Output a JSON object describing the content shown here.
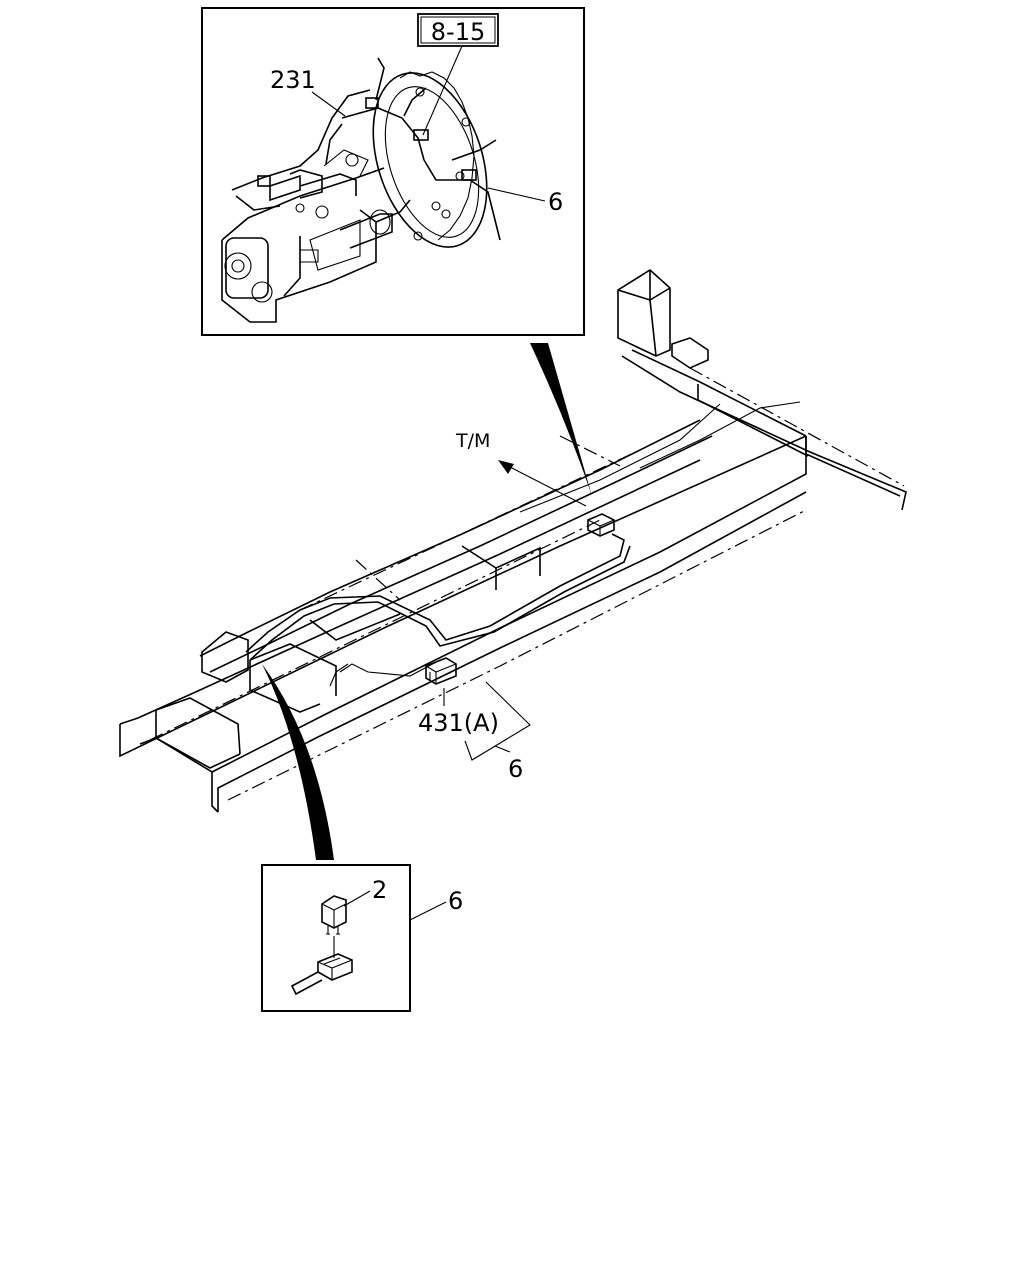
{
  "callouts": {
    "ref_box": "8-15",
    "inset_top_part": "231",
    "inset_top_harness": "6",
    "direction_label": "T/M",
    "connector_part": "431(A)",
    "harness_main": "6",
    "inset_bottom_part": "2",
    "inset_bottom_harness": "6"
  }
}
